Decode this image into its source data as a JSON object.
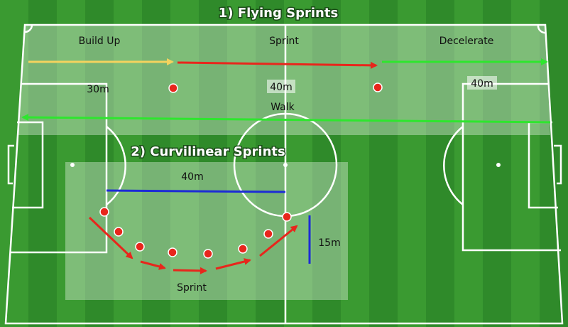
{
  "title": "1) Flying Sprints",
  "section2_title": "2) Curvilinear Sprints",
  "flying": {
    "build_up": "Build Up",
    "sprint": "Sprint",
    "decelerate": "Decelerate",
    "dist_left": "30m",
    "dist_mid": "40m",
    "dist_right": "40m",
    "walk": "Walk"
  },
  "curvilinear": {
    "dist_width": "40m",
    "dist_depth": "15m",
    "sprint": "Sprint"
  },
  "colors": {
    "build_up_arrow": "#f4d35e",
    "sprint_arrow": "#e8261c",
    "decelerate_arrow": "#2ee62e",
    "walk_arrow": "#2ee62e",
    "measure_line": "#1c2bd6",
    "cone": "#e8261c"
  }
}
